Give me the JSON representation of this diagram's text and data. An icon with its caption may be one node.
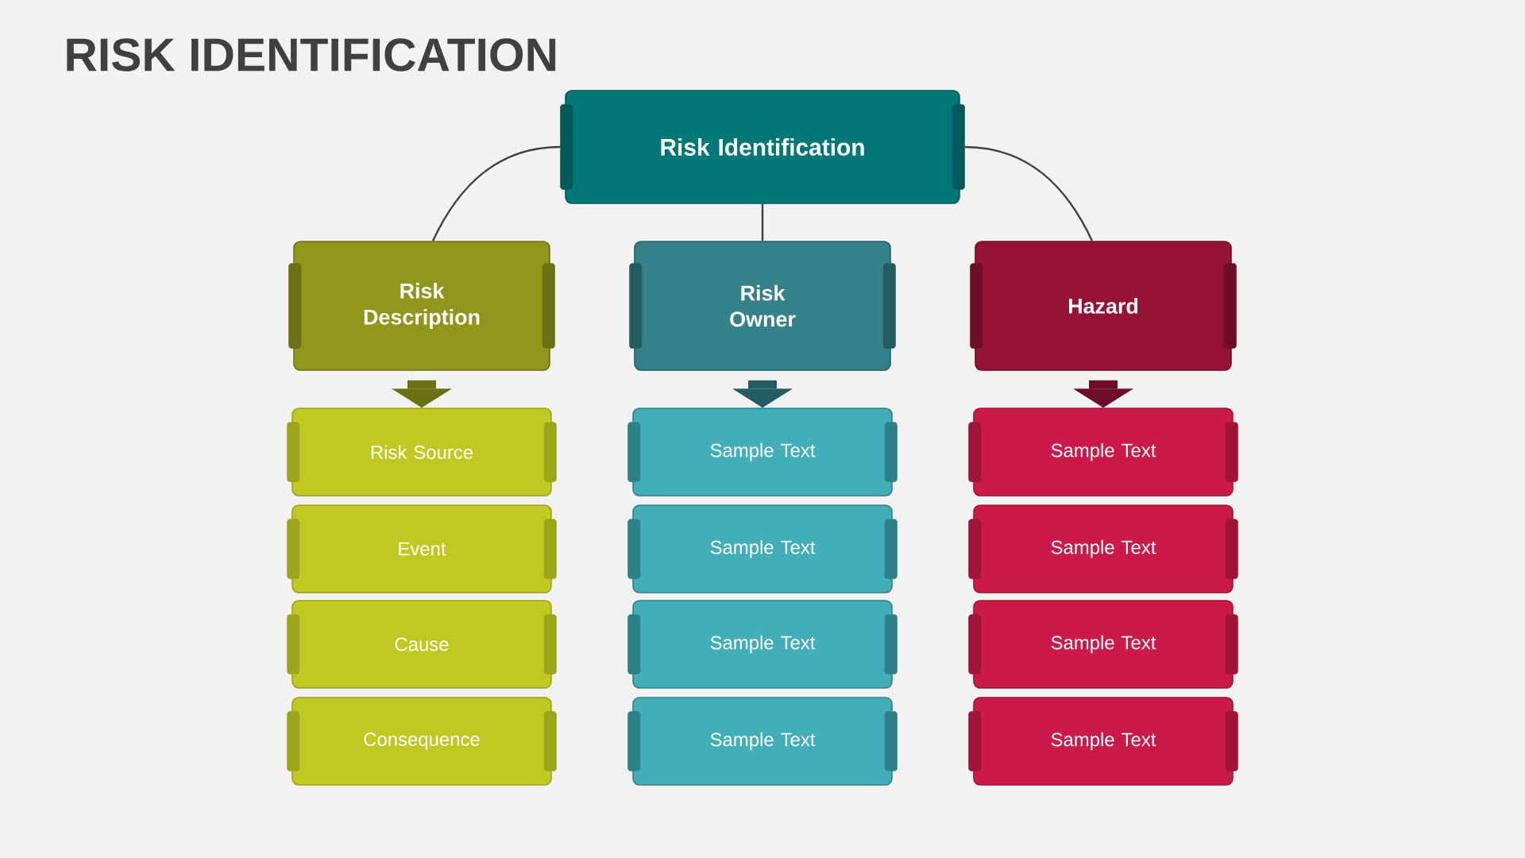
{
  "diagram": {
    "title": "RISK IDENTIFICATION",
    "nodes": [
      {
        "text": [
          "Risk Identification"
        ]
      },
      {
        "text": [
          "Risk Description"
        ]
      },
      {
        "text": [
          "Risk Owner"
        ]
      },
      {
        "text": [
          "Hazard"
        ]
      },
      {
        "text": [
          "Risk Source"
        ]
      },
      {
        "text": [
          "Event"
        ]
      },
      {
        "text": [
          "Cause"
        ]
      },
      {
        "text": [
          "Consequence"
        ]
      },
      {
        "text": [
          "Sample Text"
        ]
      },
      {
        "text": [
          "Sample Text"
        ]
      },
      {
        "text": [
          "Sample Text"
        ]
      },
      {
        "text": [
          "Sample Text"
        ]
      },
      {
        "text": [
          "Sample Text"
        ]
      },
      {
        "text": [
          "Sample Text"
        ]
      },
      {
        "text": [
          "Sample Text"
        ]
      },
      {
        "text": [
          "Sample Text"
        ]
      }
    ],
    "edges": [
      {
        "from": 0,
        "to": 1,
        "arrow": "none"
      },
      {
        "from": 0,
        "to": 2,
        "arrow": "none"
      },
      {
        "from": 0,
        "to": 3,
        "arrow": "none"
      },
      {
        "from": 1,
        "to": 4,
        "arrow": "to",
        "style": "thick",
        "color": "#6b7012"
      },
      {
        "from": 2,
        "to": 8,
        "arrow": "to",
        "style": "thick",
        "color": "#225d63"
      },
      {
        "from": 3,
        "to": 12,
        "arrow": "to",
        "style": "thick",
        "color": "#6d0d27"
      }
    ]
  }
}
